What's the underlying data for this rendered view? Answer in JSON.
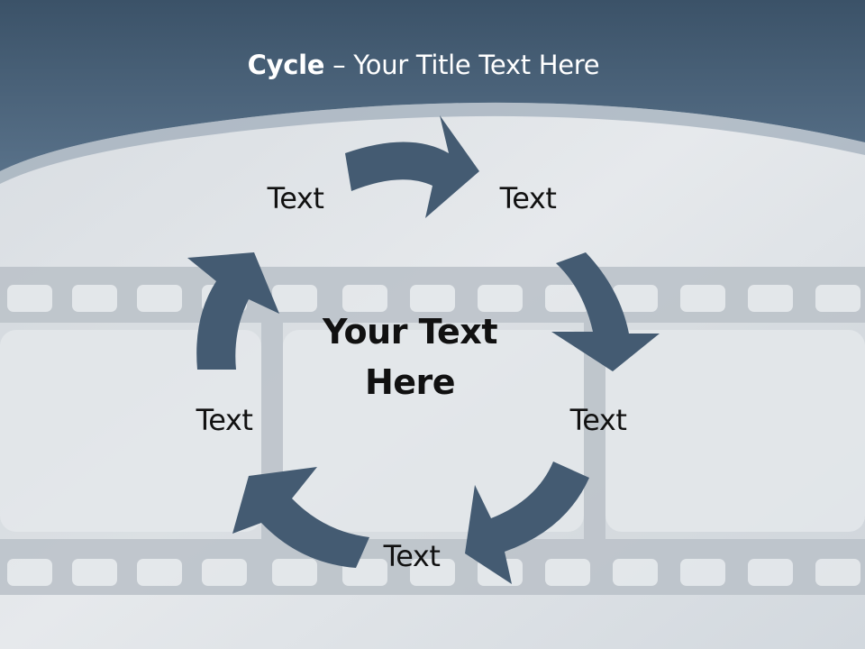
{
  "title": {
    "bold": "Cycle",
    "rest": " – Your Title Text Here"
  },
  "center_text": {
    "line1": "Your Text",
    "line2": "Here"
  },
  "nodes": [
    {
      "label": "Text"
    },
    {
      "label": "Text"
    },
    {
      "label": "Text"
    },
    {
      "label": "Text"
    },
    {
      "label": "Text"
    }
  ],
  "colors": {
    "header": "#4a647c",
    "arrow": "#445b72",
    "background": "#dde2e6",
    "film_strip": "#bcc3ca"
  }
}
